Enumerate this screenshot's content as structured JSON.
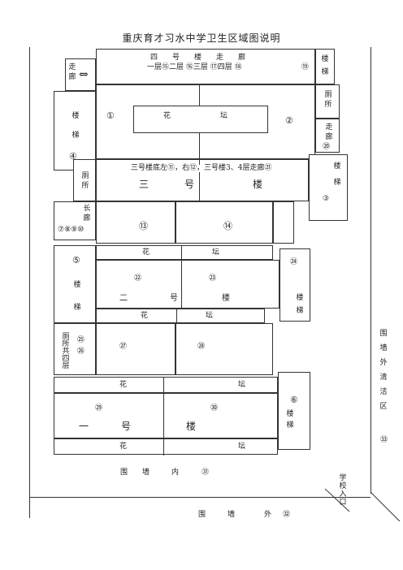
{
  "title": "重庆育才习水中学卫生区域图说明",
  "building4_corridor": {
    "label": "四　　号　　楼　　走　　廊",
    "floors": "一层⑮二层 ⑯三层 ⑰四层 ⑱",
    "mark": "⑲"
  },
  "corridor_left": "走廊",
  "corridor_arrow": "⇔",
  "stairs_top_right": "楼梯",
  "stairs4": {
    "label": "楼梯",
    "num": "④"
  },
  "num1": "①",
  "num2": "②",
  "flowerbed1": {
    "left": "花",
    "right": "坛"
  },
  "toilet_right": "厕所",
  "corridor_right": {
    "label": "走廊",
    "mark": "⑳"
  },
  "stairs3": {
    "label": "楼梯",
    "num": "③"
  },
  "toilet_left": "厕所",
  "building3": {
    "note": "三号楼底左⑪，右⑫，三号楼3、4层走廊㉑",
    "label": "三　　　号　　　　　楼"
  },
  "long_corridor": {
    "label": "长廊",
    "nums": "⑦⑧⑨⑩"
  },
  "num13": "⑬",
  "num14": "⑭",
  "stairs5": {
    "num": "⑤",
    "label": "楼梯"
  },
  "flowerbed2": {
    "left": "花",
    "right": "坛"
  },
  "building2": {
    "mark_left": "㉒",
    "mark_right": "㉓",
    "label_left": "二",
    "label_mid": "号",
    "label_right": "楼"
  },
  "stairs_right2": {
    "mark": "㉔",
    "label": "楼梯"
  },
  "flowerbed3": {
    "left": "花",
    "right": "坛"
  },
  "toilet_4floors": {
    "label": "厕所共四层",
    "mark1": "㉕",
    "mark2": "㉖"
  },
  "mid_marks": {
    "left": "㉗",
    "right": "㉘"
  },
  "flowerbed4": {
    "left": "花",
    "right": "坛"
  },
  "building1": {
    "mark_left": "㉙",
    "mark_right": "㉚",
    "label_left": "一",
    "label_mid": "号",
    "label_right": "楼"
  },
  "stairs6": {
    "num": "⑥",
    "label": "楼梯"
  },
  "flowerbed5": {
    "left": "花",
    "right": "坛"
  },
  "wall_inside": {
    "label": "围　　墙　　　内",
    "mark": "㉛"
  },
  "school_entrance": "学校入口",
  "wall_outside": {
    "label": "围　　　墙　　　　外",
    "mark": "㉜"
  },
  "outside_clean": {
    "label": "围墙外清洁区",
    "mark": "㉝"
  }
}
